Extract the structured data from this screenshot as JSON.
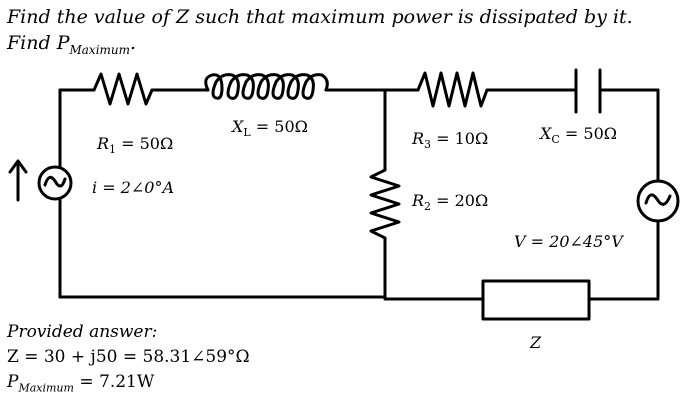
{
  "question": {
    "line1": "Find the value of Z such that maximum power is dissipated by it.",
    "line2_prefix": "Find P",
    "line2_sub": "Maximum",
    "line2_suffix": "."
  },
  "labels": {
    "r1": {
      "main": "R",
      "sub": "1",
      "rest": " = 50Ω"
    },
    "xl": {
      "main": "X",
      "sub": "L",
      "rest": " = 50Ω"
    },
    "r3": {
      "main": "R",
      "sub": "3",
      "rest": " = 10Ω"
    },
    "xc": {
      "main": "X",
      "sub": "C",
      "rest": " = 50Ω"
    },
    "r2": {
      "main": "R",
      "sub": "2",
      "rest": " = 20Ω"
    },
    "current": "i = 2∠0°A",
    "voltage": "V = 20∠45°V",
    "z": "Z"
  },
  "answer": {
    "heading": "Provided answer:",
    "z_line": "Z = 30 + j50 = 58.31∠59°Ω",
    "p_main": "P",
    "p_sub": "Maximum",
    "p_rest": " = 7.21W"
  },
  "colors": {
    "ink": "#000000",
    "background": "#ffffff"
  }
}
